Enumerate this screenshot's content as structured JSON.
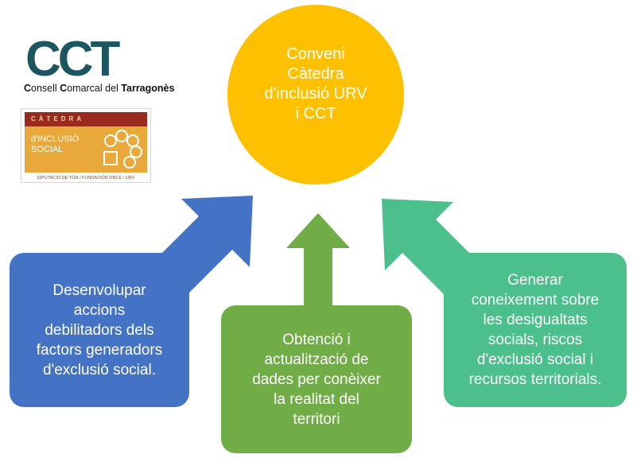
{
  "logos": {
    "cct": {
      "letters": "CCT",
      "caption_parts": [
        "C",
        "onsell ",
        "C",
        "omarcal del ",
        "Tarragonès"
      ]
    },
    "catedra": {
      "band_text": "CÀTEDRA",
      "line1": "d'INCLUSIÓ",
      "line2": "SOCIAL",
      "footer": "DIPUTACIÓ DE TGN / FUNDACIÓN ONCE / URV"
    }
  },
  "center": {
    "lines": [
      "Conveni",
      "Càtedra",
      "d'inclusió URV",
      "i CCT"
    ]
  },
  "boxes": {
    "left": {
      "lines": [
        "Desenvolupar",
        "accions",
        "debilitadors dels",
        "factors generadors",
        "d'exclusió social."
      ]
    },
    "middle": {
      "lines": [
        "Obtenció i",
        "actualització de",
        "dades per conèixer",
        "la realitat del",
        "territori"
      ]
    },
    "right": {
      "lines": [
        "Generar",
        "coneixement sobre",
        "les desigualtats",
        "socials, riscos",
        "d'exclusió social i",
        "recursos territorials."
      ]
    }
  },
  "colors": {
    "circle": "#ffc000",
    "left_box": "#4472c4",
    "middle_box": "#70ad47",
    "right_box": "#4bbf8c"
  }
}
